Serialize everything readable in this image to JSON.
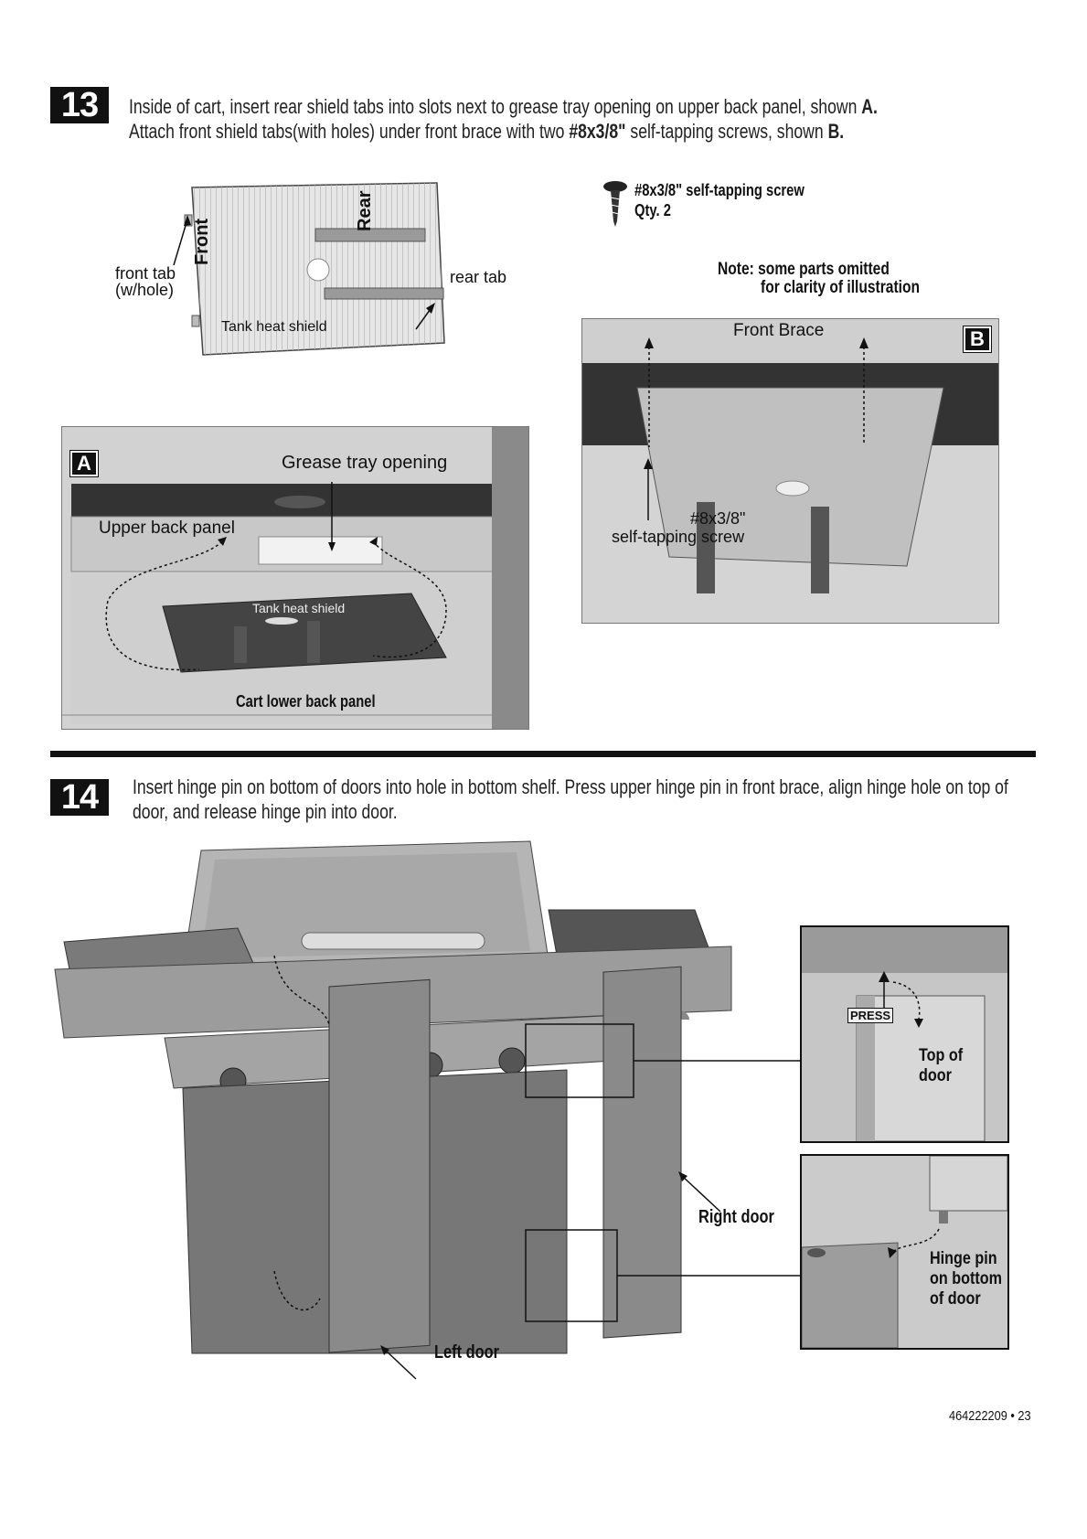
{
  "step13": {
    "number": "13",
    "line1": "Inside of cart, insert rear shield tabs into slots next to grease tray opening on upper back panel, shown ",
    "line1_ref": "A.",
    "line2_a": "Attach front shield tabs(with holes) under front brace with two ",
    "line2_screw": "#8x3/8\"",
    "line2_b": " self-tapping screws, shown ",
    "line2_ref": "B."
  },
  "shield_diagram": {
    "rear_label": "Rear",
    "front_label": "Front",
    "front_tab": "front tab",
    "front_tab_hole": "(w/hole)",
    "rear_tab": "rear tab",
    "shield_label": "Tank heat shield"
  },
  "screw_info": {
    "name": "#8x3/8\" self-tapping screw",
    "qty": "Qty. 2"
  },
  "note": {
    "line1": "Note: some parts omitted",
    "line2": "for clarity of illustration"
  },
  "panel_a": {
    "badge": "A",
    "grease_tray": "Grease tray opening",
    "upper_back_panel": "Upper back panel",
    "tank_heat_shield": "Tank heat shield",
    "cart_lower_back_panel": "Cart lower back panel"
  },
  "panel_b": {
    "badge": "B",
    "front_brace": "Front Brace",
    "screw_line1": "#8x3/8\"",
    "screw_line2": "self-tapping screw"
  },
  "step14": {
    "number": "14",
    "line1": "Insert hinge pin on bottom of doors into hole in bottom shelf. Press upper hinge pin in front brace, align hinge hole on top of",
    "line2": "door, and release hinge pin into door."
  },
  "grill_diagram": {
    "right_door": "Right door",
    "left_door": "Left door",
    "press": "PRESS",
    "top_of": "Top of",
    "door": "door",
    "hinge_pin": "Hinge pin",
    "on_bottom": "on bottom",
    "of_door": "of door"
  },
  "footer": {
    "page_ref": "464222209 • 23"
  }
}
